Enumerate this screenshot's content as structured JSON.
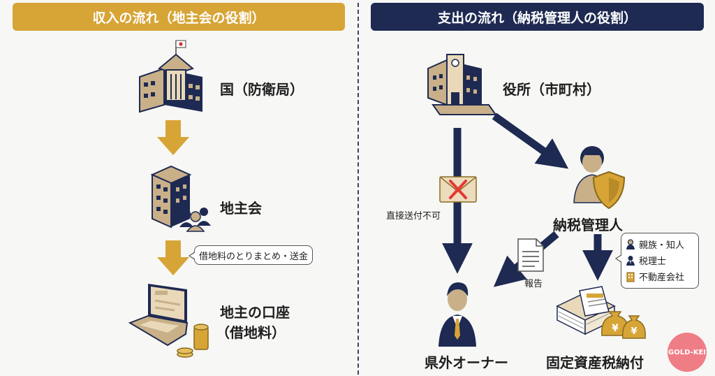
{
  "headers": {
    "income": "収入の流れ（地主会の役割）",
    "expense": "支出の流れ（納税管理人の役割）"
  },
  "income_flow": {
    "nation": "国（防衛局）",
    "landowners_association": "地主会",
    "aggregation_note": "借地料のとりまとめ・送金",
    "bank_account_line1": "地主の口座",
    "bank_account_line2": "（借地料）"
  },
  "expense_flow": {
    "city_office": "役所（市町村）",
    "tax_agent": "納税管理人",
    "no_direct_mail": "直接送付不可",
    "report": "報告",
    "owner": "県外オーナー",
    "tax_payment": "固定資産税納付",
    "advisors": [
      "親族・知人",
      "税理士",
      "不動産会社"
    ]
  },
  "icons": {
    "nation": "government-building-icon",
    "association": "office-building-group-icon",
    "bank": "laptop-bank-coins-icon",
    "city": "city-hall-icon",
    "agent": "person-shield-icon",
    "envelope": "envelope-x-icon",
    "document": "document-icon",
    "owner": "businessman-icon",
    "tax": "money-bags-stack-icon"
  },
  "colors": {
    "gold": "#d7a436",
    "navy": "#1e2a52",
    "red_x": "#e53935",
    "logo": "#ef7d86"
  },
  "logo_text": "GOLD-KEI"
}
